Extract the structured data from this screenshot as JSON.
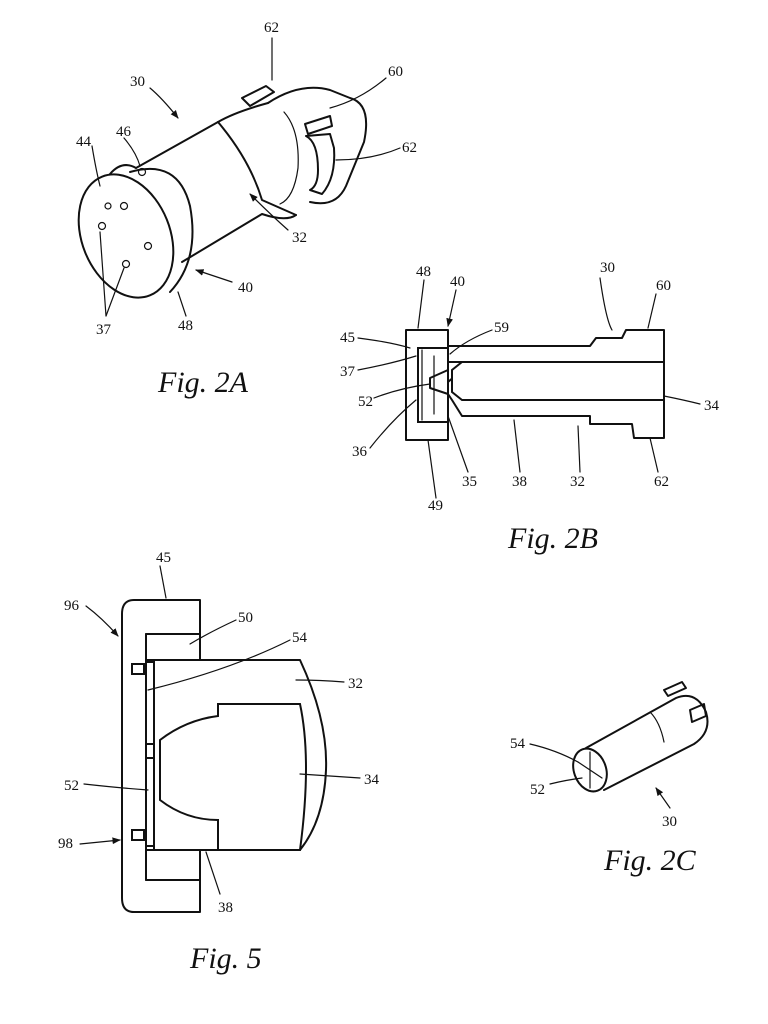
{
  "figures": {
    "fig2a": {
      "caption": "Fig. 2A",
      "labels": {
        "l62a": "62",
        "l30": "30",
        "l60": "60",
        "l44": "44",
        "l46": "46",
        "l62b": "62",
        "l32": "32",
        "l40": "40",
        "l37": "37",
        "l48": "48"
      }
    },
    "fig2b": {
      "caption": "Fig. 2B",
      "labels": {
        "l48": "48",
        "l40": "40",
        "l30": "30",
        "l60": "60",
        "l45": "45",
        "l59": "59",
        "l37": "37",
        "l52": "52",
        "l34": "34",
        "l36": "36",
        "l35": "35",
        "l38": "38",
        "l32": "32",
        "l62": "62",
        "l49": "49"
      }
    },
    "fig5": {
      "caption": "Fig. 5",
      "labels": {
        "l45": "45",
        "l96": "96",
        "l50": "50",
        "l54": "54",
        "l32": "32",
        "l52": "52",
        "l34": "34",
        "l98": "98",
        "l38": "38"
      }
    },
    "fig2c": {
      "caption": "Fig. 2C",
      "labels": {
        "l54": "54",
        "l52": "52",
        "l30": "30"
      }
    }
  }
}
